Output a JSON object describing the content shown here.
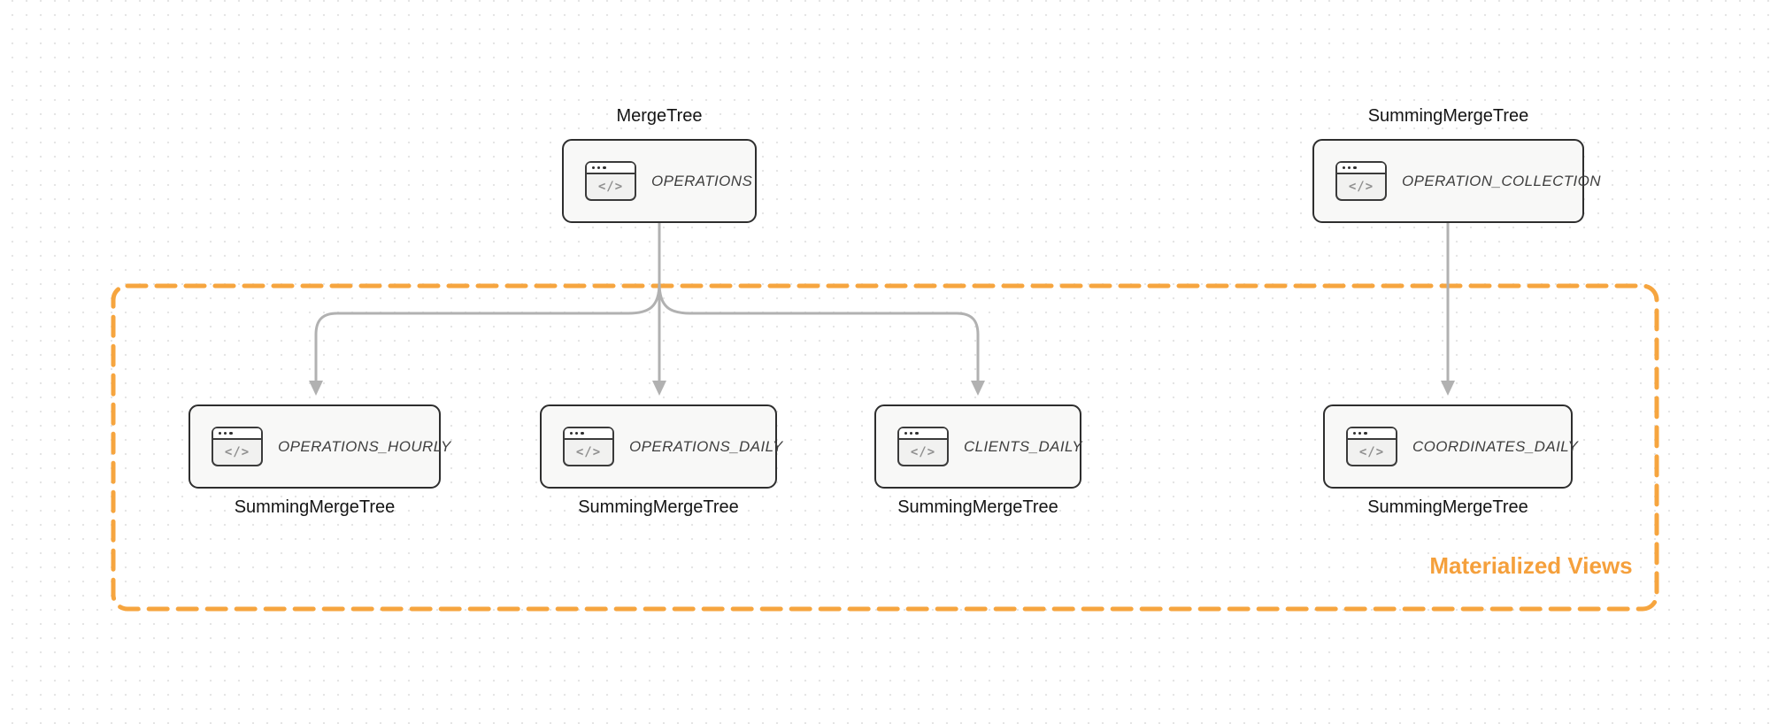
{
  "diagram_title": "Materialized Views",
  "colors": {
    "accent_orange": "#f6a53f",
    "node_border": "#2e2e2e",
    "node_fill": "#f8f8f7",
    "arrow_gray": "#b1b1b1",
    "node_label_text": "#3f3f3f",
    "engine_label_text": "#141414",
    "dot_grid": "#e5e5e5"
  },
  "icon_glyph": "</>",
  "group": {
    "label": "Materialized Views"
  },
  "nodes": [
    {
      "id": "operations",
      "label": "OPERATIONS",
      "engine": "MergeTree",
      "engine_position": "top"
    },
    {
      "id": "operation_collection",
      "label": "OPERATION_COLLECTION",
      "engine": "SummingMergeTree",
      "engine_position": "top"
    },
    {
      "id": "operations_hourly",
      "label": "OPERATIONS_HOURLY",
      "engine": "SummingMergeTree",
      "engine_position": "bottom"
    },
    {
      "id": "operations_daily",
      "label": "OPERATIONS_DAILY",
      "engine": "SummingMergeTree",
      "engine_position": "bottom"
    },
    {
      "id": "clients_daily",
      "label": "CLIENTS_DAILY",
      "engine": "SummingMergeTree",
      "engine_position": "bottom"
    },
    {
      "id": "coordinates_daily",
      "label": "COORDINATES_DAILY",
      "engine": "SummingMergeTree",
      "engine_position": "bottom"
    }
  ],
  "edges": [
    {
      "from": "OPERATIONS",
      "to": "OPERATIONS_HOURLY"
    },
    {
      "from": "OPERATIONS",
      "to": "OPERATIONS_DAILY"
    },
    {
      "from": "OPERATIONS",
      "to": "CLIENTS_DAILY"
    },
    {
      "from": "OPERATION_COLLECTION",
      "to": "COORDINATES_DAILY"
    }
  ]
}
